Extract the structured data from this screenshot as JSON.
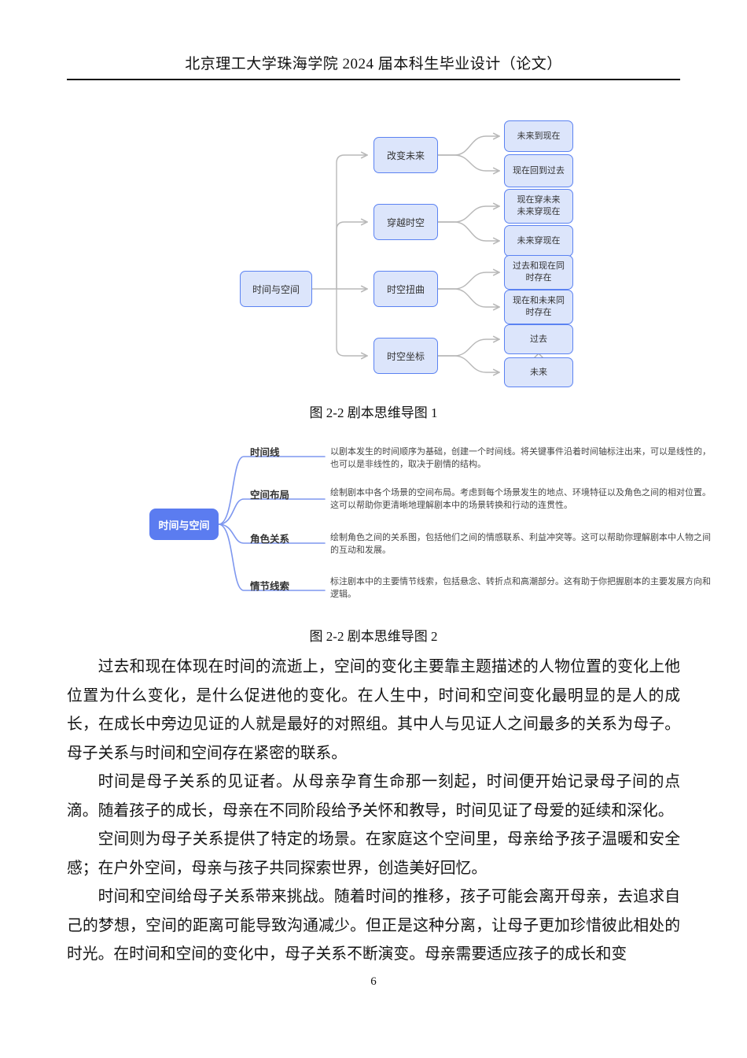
{
  "header": {
    "title": "北京理工大学珠海学院 2024 届本科生毕业设计（论文）"
  },
  "diagram1": {
    "root": "时间与空间",
    "branches": [
      {
        "label": "改变未来",
        "children": [
          "未来到现在",
          "现在回到过去"
        ]
      },
      {
        "label": "穿越时空",
        "children": [
          "现在穿未来\n未来穿现在",
          "未来穿现在"
        ]
      },
      {
        "label": "时空扭曲",
        "children": [
          "过去和现在同时存在",
          "现在和未来同时存在"
        ]
      },
      {
        "label": "时空坐标",
        "children": [
          "过去",
          "未来"
        ]
      }
    ],
    "caption": "图 2-2 剧本思维导图 1"
  },
  "diagram2": {
    "root": "时间与空间",
    "branches": [
      {
        "label": "时间线",
        "description": "以剧本发生的时间顺序为基础，创建一个时间线。将关键事件沿着时间轴标注出来，可以是线性的，也可以是非线性的，取决于剧情的结构。"
      },
      {
        "label": "空间布局",
        "description": "绘制剧本中各个场景的空间布局。考虑到每个场景发生的地点、环境特征以及角色之间的相对位置。这可以帮助你更清晰地理解剧本中的场景转换和行动的连贯性。"
      },
      {
        "label": "角色关系",
        "description": "绘制角色之间的关系图，包括他们之间的情感联系、利益冲突等。这可以帮助你理解剧本中人物之间的互动和发展。"
      },
      {
        "label": "情节线索",
        "description": "标注剧本中的主要情节线索，包括悬念、转折点和高潮部分。这有助于你把握剧本的主要发展方向和逻辑。"
      }
    ],
    "caption": "图 2-2 剧本思维导图 2"
  },
  "body": {
    "paragraphs": [
      "过去和现在体现在时间的流逝上，空间的变化主要靠主题描述的人物位置的变化上他位置为什么变化，是什么促进他的变化。在人生中，时间和空间变化最明显的是人的成长，在成长中旁边见证的人就是最好的对照组。其中人与见证人之间最多的关系为母子。母子关系与时间和空间存在紧密的联系。",
      "时间是母子关系的见证者。从母亲孕育生命那一刻起，时间便开始记录母子间的点滴。随着孩子的成长，母亲在不同阶段给予关怀和教导，时间见证了母爱的延续和深化。",
      "空间则为母子关系提供了特定的场景。在家庭这个空间里，母亲给予孩子温暖和安全感；在户外空间，母亲与孩子共同探索世界，创造美好回忆。",
      "时间和空间给母子关系带来挑战。随着时间的推移，孩子可能会离开母亲，去追求自己的梦想，空间的距离可能导致沟通减少。但正是这种分离，让母子更加珍惜彼此相处的时光。在时间和空间的变化中，母子关系不断演变。母亲需要适应孩子的成长和变"
    ]
  },
  "footer": {
    "page_number": "6"
  },
  "colors": {
    "node_fill": "#dce5fb",
    "node_border": "#5b82f2",
    "root2_fill": "#5b7cf0",
    "connector_gray": "#b8b8b8",
    "connector_blue": "#7e97ef"
  }
}
